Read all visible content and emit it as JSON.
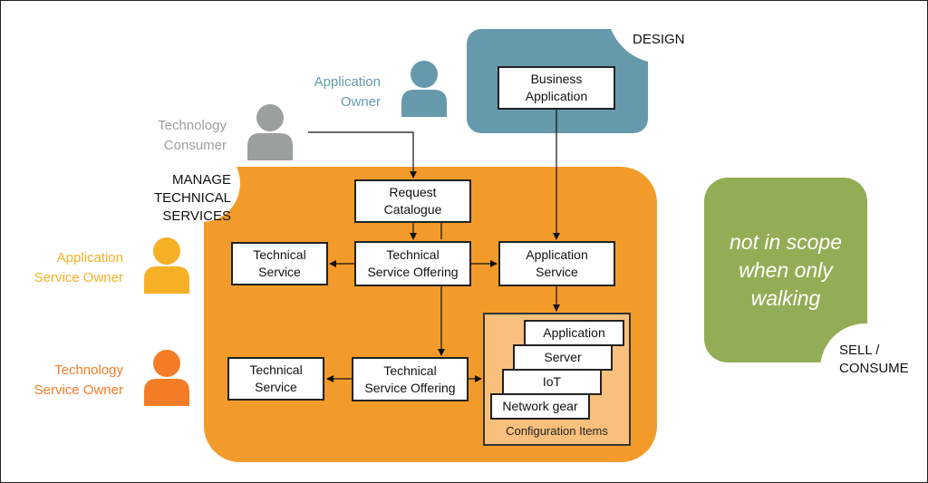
{
  "regions": {
    "design": {
      "label": "DESIGN",
      "color": "#6699ab"
    },
    "manage": {
      "label_line1": "MANAGE",
      "label_line2": "TECHNICAL SERVICES",
      "color": "#f39b2a"
    },
    "sell": {
      "label_line1": "SELL /",
      "label_line2": "CONSUME",
      "color": "#93ad56",
      "note_line1": "not in scope",
      "note_line2": "when only",
      "note_line3": "walking"
    }
  },
  "personas": [
    {
      "name_line1": "Application",
      "name_line2": "Owner",
      "color": "#6699ab"
    },
    {
      "name_line1": "Technology",
      "name_line2": "Consumer",
      "color": "#9aa09c"
    },
    {
      "name_line1": "Application",
      "name_line2": "Service Owner",
      "color": "#f5b026"
    },
    {
      "name_line1": "Technology",
      "name_line2": "Service Owner",
      "color": "#f47c26"
    }
  ],
  "boxes": {
    "business_application": {
      "line1": "Business",
      "line2": "Application"
    },
    "request_catalogue": {
      "line1": "Request",
      "line2": "Catalogue"
    },
    "technical_service_1": {
      "line1": "Technical",
      "line2": "Service"
    },
    "technical_service_offering_1": {
      "line1": "Technical",
      "line2": "Service Offering"
    },
    "application_service": {
      "line1": "Application",
      "line2": "Service"
    },
    "technical_service_2": {
      "line1": "Technical",
      "line2": "Service"
    },
    "technical_service_offering_2": {
      "line1": "Technical",
      "line2": "Service Offering"
    }
  },
  "configuration_items": {
    "title": "Configuration Items",
    "items": [
      "Application",
      "Server",
      "IoT",
      "Network gear"
    ]
  }
}
